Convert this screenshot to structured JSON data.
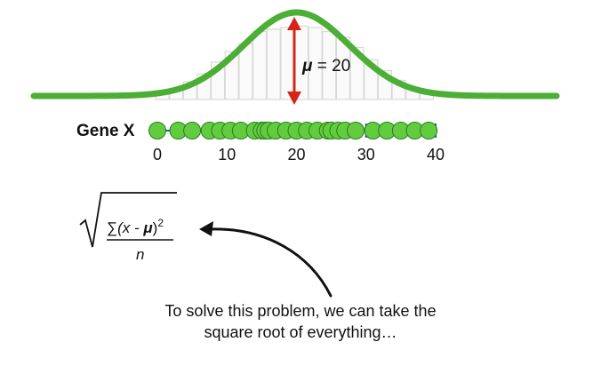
{
  "gene_label": "Gene X",
  "mu_label": {
    "symbol": "μ",
    "equals": " = 20"
  },
  "axis": {
    "min": 0,
    "max": 40,
    "ticks": [
      0,
      10,
      20,
      30,
      40
    ],
    "tick_labels": [
      "0",
      "10",
      "20",
      "30",
      "40"
    ]
  },
  "mean": 20,
  "points": [
    0,
    3,
    5,
    7.5,
    9,
    10.5,
    12,
    14,
    15,
    15.5,
    16,
    17,
    18.5,
    20,
    21.5,
    23,
    24.5,
    25,
    26,
    27,
    28.5,
    31,
    33,
    35,
    37,
    39
  ],
  "histogram": [
    {
      "x": 0,
      "h": 0.1
    },
    {
      "x": 2,
      "h": 0.13
    },
    {
      "x": 4,
      "h": 0.22
    },
    {
      "x": 6,
      "h": 0.32
    },
    {
      "x": 8,
      "h": 0.47
    },
    {
      "x": 10,
      "h": 0.6
    },
    {
      "x": 12,
      "h": 0.7
    },
    {
      "x": 14,
      "h": 0.85
    },
    {
      "x": 16,
      "h": 0.88
    },
    {
      "x": 18,
      "h": 0.9
    },
    {
      "x": 20,
      "h": 0.92
    },
    {
      "x": 22,
      "h": 0.9
    },
    {
      "x": 24,
      "h": 0.85
    },
    {
      "x": 26,
      "h": 0.78
    },
    {
      "x": 28,
      "h": 0.65
    },
    {
      "x": 30,
      "h": 0.5
    },
    {
      "x": 32,
      "h": 0.36
    },
    {
      "x": 34,
      "h": 0.24
    },
    {
      "x": 36,
      "h": 0.14
    },
    {
      "x": 38,
      "h": 0.1
    }
  ],
  "colors": {
    "curve": "#4caf35",
    "point_fill": "#62cc3f",
    "point_stroke": "#2d7d20",
    "axis": "#1f5aa6",
    "arrow": "#d62518",
    "bars": "#d8d8d8",
    "text": "#111111"
  },
  "formula": {
    "numerator": {
      "sigma": "∑",
      "body": "(x - ",
      "mu": "μ",
      "close": ")",
      "power": "2"
    },
    "denominator": "n"
  },
  "caption": {
    "line1": "To solve this problem, we can take the",
    "line2": "square root of everything…"
  }
}
